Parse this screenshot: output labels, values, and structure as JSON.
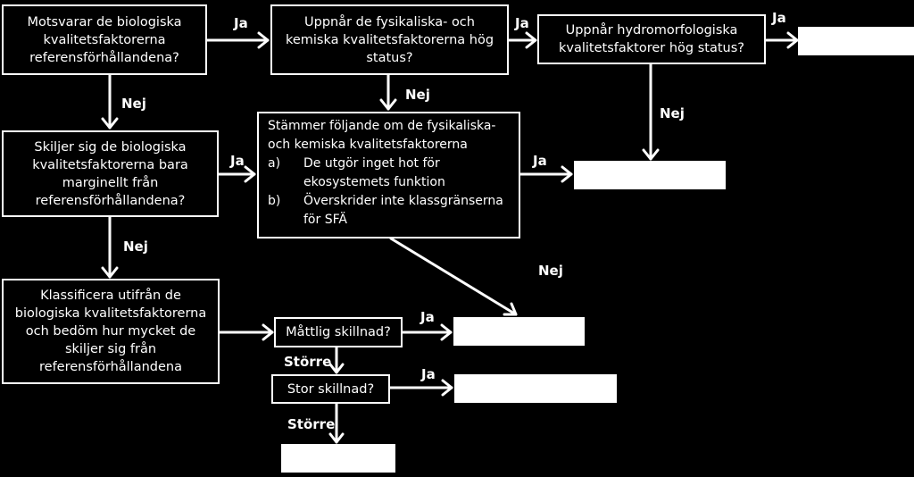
{
  "nodes": {
    "q1": {
      "lines": [
        "Motsvarar de biologiska",
        "kvalitetsfaktorerna",
        "referensförhållandena?"
      ]
    },
    "q2": {
      "lines": [
        "Uppnår de fysikaliska- och",
        "kemiska kvalitetsfaktorerna hög",
        "status?"
      ]
    },
    "q3": {
      "lines": [
        "Uppnår hydromorfologiska",
        "kvalitetsfaktorer hög status?"
      ]
    },
    "q4": {
      "lines": [
        "Skiljer sig de biologiska",
        "kvalitetsfaktorerna bara",
        "marginellt från",
        "referensförhållandena?"
      ]
    },
    "q5": {
      "intro": [
        "Stämmer följande om de fysikaliska-",
        "och kemiska kvalitetsfaktorerna"
      ],
      "items": [
        {
          "marker": "a)",
          "lines": [
            "De utgör inget hot för",
            "ekosystemets funktion"
          ]
        },
        {
          "marker": "b)",
          "lines": [
            "Överskrider inte klassgränserna",
            "för SFÄ"
          ]
        }
      ]
    },
    "q6": {
      "lines": [
        "Klassificera utifrån de",
        "biologiska kvalitetsfaktorerna",
        "och bedöm hur mycket de",
        "skiljer sig från",
        "referensförhållandena"
      ]
    },
    "q7": {
      "lines": [
        "Måttlig skillnad?"
      ]
    },
    "q8": {
      "lines": [
        "Stor skillnad?"
      ]
    }
  },
  "labels": {
    "ja": "Ja",
    "nej": "Nej",
    "storre": "Större"
  },
  "colors": {
    "background": "#000000",
    "foreground": "#ffffff"
  }
}
